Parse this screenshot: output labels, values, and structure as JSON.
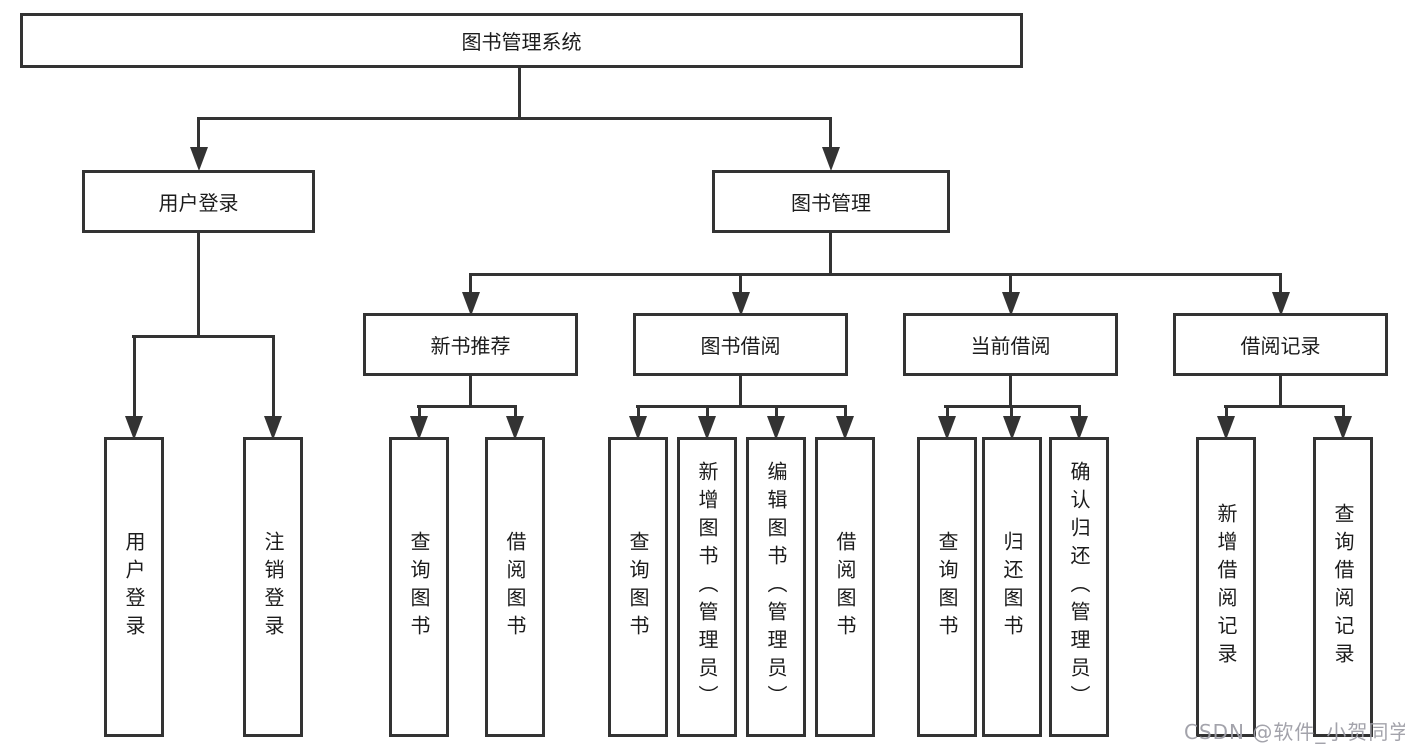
{
  "tree": {
    "root": "图书管理系统",
    "children": [
      {
        "label": "用户登录",
        "children": [
          "用户登录",
          "注销登录"
        ]
      },
      {
        "label": "图书管理",
        "children": [
          {
            "label": "新书推荐",
            "children": [
              "查询图书",
              "借阅图书"
            ]
          },
          {
            "label": "图书借阅",
            "children": [
              "查询图书",
              "新增图书（管理员）",
              "编辑图书（管理员）",
              "借阅图书"
            ]
          },
          {
            "label": "当前借阅",
            "children": [
              "查询图书",
              "归还图书",
              "确认归还（管理员）"
            ]
          },
          {
            "label": "借阅记录",
            "children": [
              "新增借阅记录",
              "查询借阅记录"
            ]
          }
        ]
      }
    ]
  },
  "watermark": {
    "text": "CSDN @软件_小贺同学"
  },
  "colors": {
    "line": "#333333",
    "text": "#1c1c1c",
    "background": "#ffffff",
    "watermark": "#9e9ea6"
  }
}
